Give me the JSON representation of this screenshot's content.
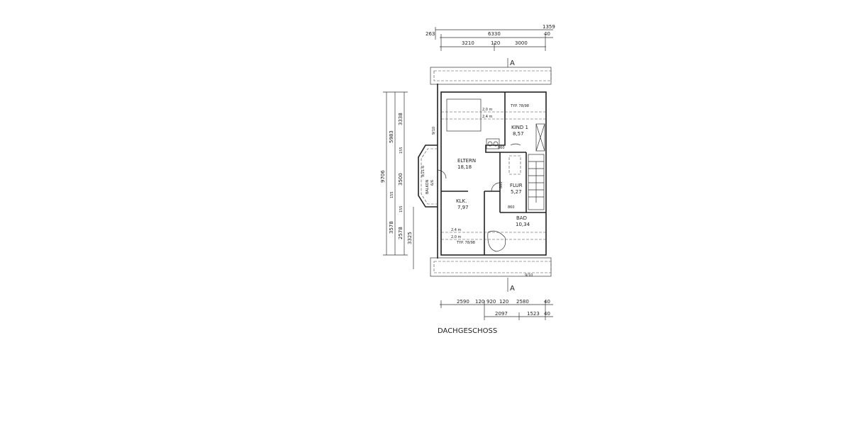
{
  "plan": {
    "title": "DACHGESCHOSS",
    "section_marker": "A",
    "rooms": [
      {
        "name": "ELTERN",
        "area": "18,18"
      },
      {
        "name": "KIND 1",
        "area": "8,57"
      },
      {
        "name": "FLUR",
        "area": "5,27"
      },
      {
        "name": "KLK.",
        "area": "7,97"
      },
      {
        "name": "BAD",
        "area": "10,34"
      }
    ],
    "annotations": {
      "height_20": "2,0 m",
      "height_24": "2,4 m",
      "window_type": "TYP. 78/98",
      "door_860": "860",
      "window_910": "9/10",
      "window_balkon": "9/21-6",
      "balkon": "BALKON",
      "balkon_door": "6/6"
    },
    "dimensions": {
      "top": [
        "263",
        "6330",
        "1359",
        "40",
        "3210",
        "120",
        "3000"
      ],
      "left": [
        "9706",
        "5983",
        "3578",
        "3338",
        "155",
        "3500",
        "155",
        "2578",
        "155",
        "3325"
      ],
      "bottom": [
        "2590",
        "120",
        "920",
        "120",
        "2580",
        "40",
        "2097",
        "1523",
        "40"
      ]
    }
  }
}
